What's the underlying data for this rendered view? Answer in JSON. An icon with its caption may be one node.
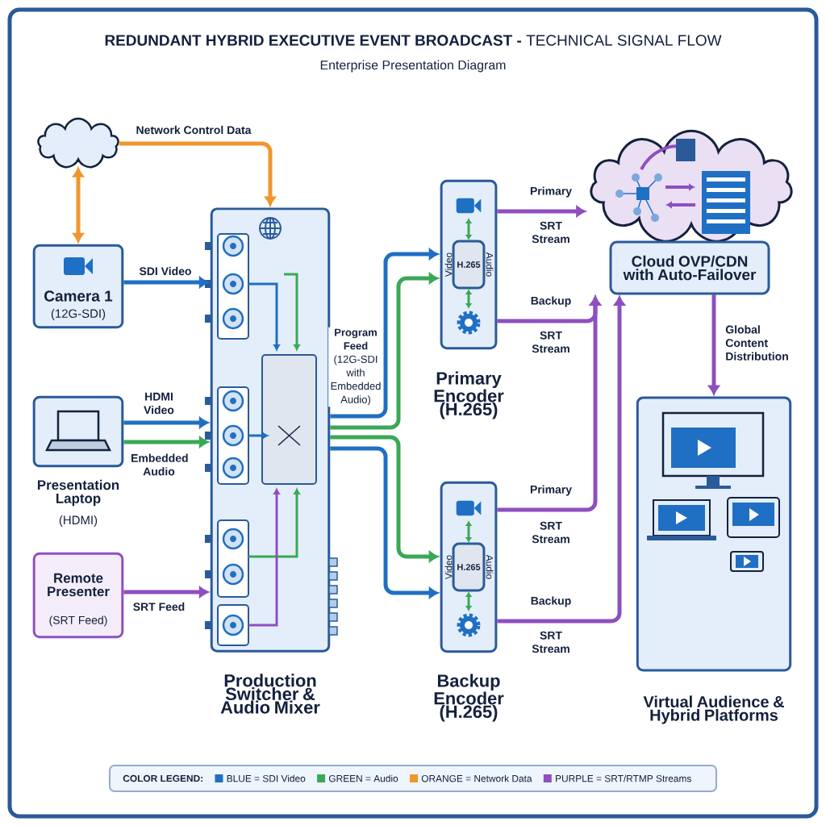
{
  "diagram": {
    "title": "**REDUNDANT HYBRID EXECUTIVE EVENT BROADCAST -** TECHNICAL SIGNAL FLOW",
    "nodes": [
      {
        "text": [],
        "shape": "cloud"
      },
      {
        "text": [
          "Camera 1",
          "(12G-SDI)"
        ]
      },
      {
        "text": [
          "Presentation Laptop",
          "(HDMI)"
        ]
      },
      {
        "text": [
          "Remote Presenter",
          "(SRT Feed)"
        ]
      },
      {
        "text": [
          "Production Switcher & Audio Mixer"
        ]
      },
      {
        "text": [
          "Video",
          "Audio",
          "Primary Encoder (H.265)"
        ]
      },
      {
        "text": [
          "H.265"
        ],
        "in": 5
      },
      {
        "text": [
          "Video",
          "Audio",
          "Backup Encoder (H.265)"
        ]
      },
      {
        "text": [
          "H.265"
        ],
        "in": 7
      },
      {
        "text": [
          "Cloud OVP/CDN with Auto-Failover"
        ]
      },
      {
        "text": [
          "Virtual Audience & Hybrid Platforms"
        ]
      }
    ],
    "edges": [
      {
        "from": 0,
        "to": 1,
        "arrow": "both",
        "color": "#f0962e"
      },
      {
        "from": 0,
        "to": 4,
        "arrow": "to",
        "label": "Network Control Data",
        "color": "#f0962e"
      },
      {
        "from": 1,
        "to": 4,
        "arrow": "to",
        "label": "SDI Video",
        "color": "#1f6fc4"
      },
      {
        "from": 2,
        "to": 4,
        "arrow": "to",
        "label": "HDMI Video",
        "color": "#1f6fc4"
      },
      {
        "from": 2,
        "to": 4,
        "arrow": "to",
        "label": "Embedded Audio",
        "color": "#3aa856"
      },
      {
        "from": 3,
        "to": 4,
        "arrow": "to",
        "label": "SRT Feed"
      },
      {
        "from": 4,
        "to": 5,
        "arrow": "to",
        "label": "**Program Feed** (12G-SDI with Embedded Audio)",
        "color": "#1f6fc4"
      },
      {
        "from": 4,
        "to": 5,
        "arrow": "to",
        "color": "#3aa856"
      },
      {
        "from": 4,
        "to": 7,
        "arrow": "to",
        "color": "#3aa856"
      },
      {
        "from": 4,
        "to": 7,
        "arrow": "to",
        "color": "#1f6fc4"
      },
      {
        "from": 5,
        "to": 9,
        "arrow": "to",
        "label": "Primary"
      },
      {
        "from": 5,
        "to": 9,
        "arrow": "to",
        "label": "Backup"
      },
      {
        "from": 7,
        "to": 9,
        "arrow": "to",
        "label": "Primary"
      },
      {
        "from": 7,
        "to": 9,
        "arrow": "to",
        "label": "Backup"
      },
      {
        "from": 9,
        "to": 10,
        "arrow": "to",
        "label": "Global Content Distribution"
      }
    ],
    "labels": [
      "Enterprise Presentation Diagram",
      "SRT Stream",
      "SRT Stream",
      "SRT Stream",
      "SRT Stream",
      "COLOR LEGEND:"
    ],
    "legend": [
      {
        "text": "BLUE = SDI Video",
        "color": "#1f6fc4"
      },
      {
        "text": "GREEN = Audio",
        "color": "#3aa856"
      },
      {
        "text": "ORANGE = Network Data",
        "color": "#f0962e"
      },
      {
        "text": "PURPLE = SRT/RTMP Streams",
        "color": "#8e4fc0"
      }
    ]
  }
}
